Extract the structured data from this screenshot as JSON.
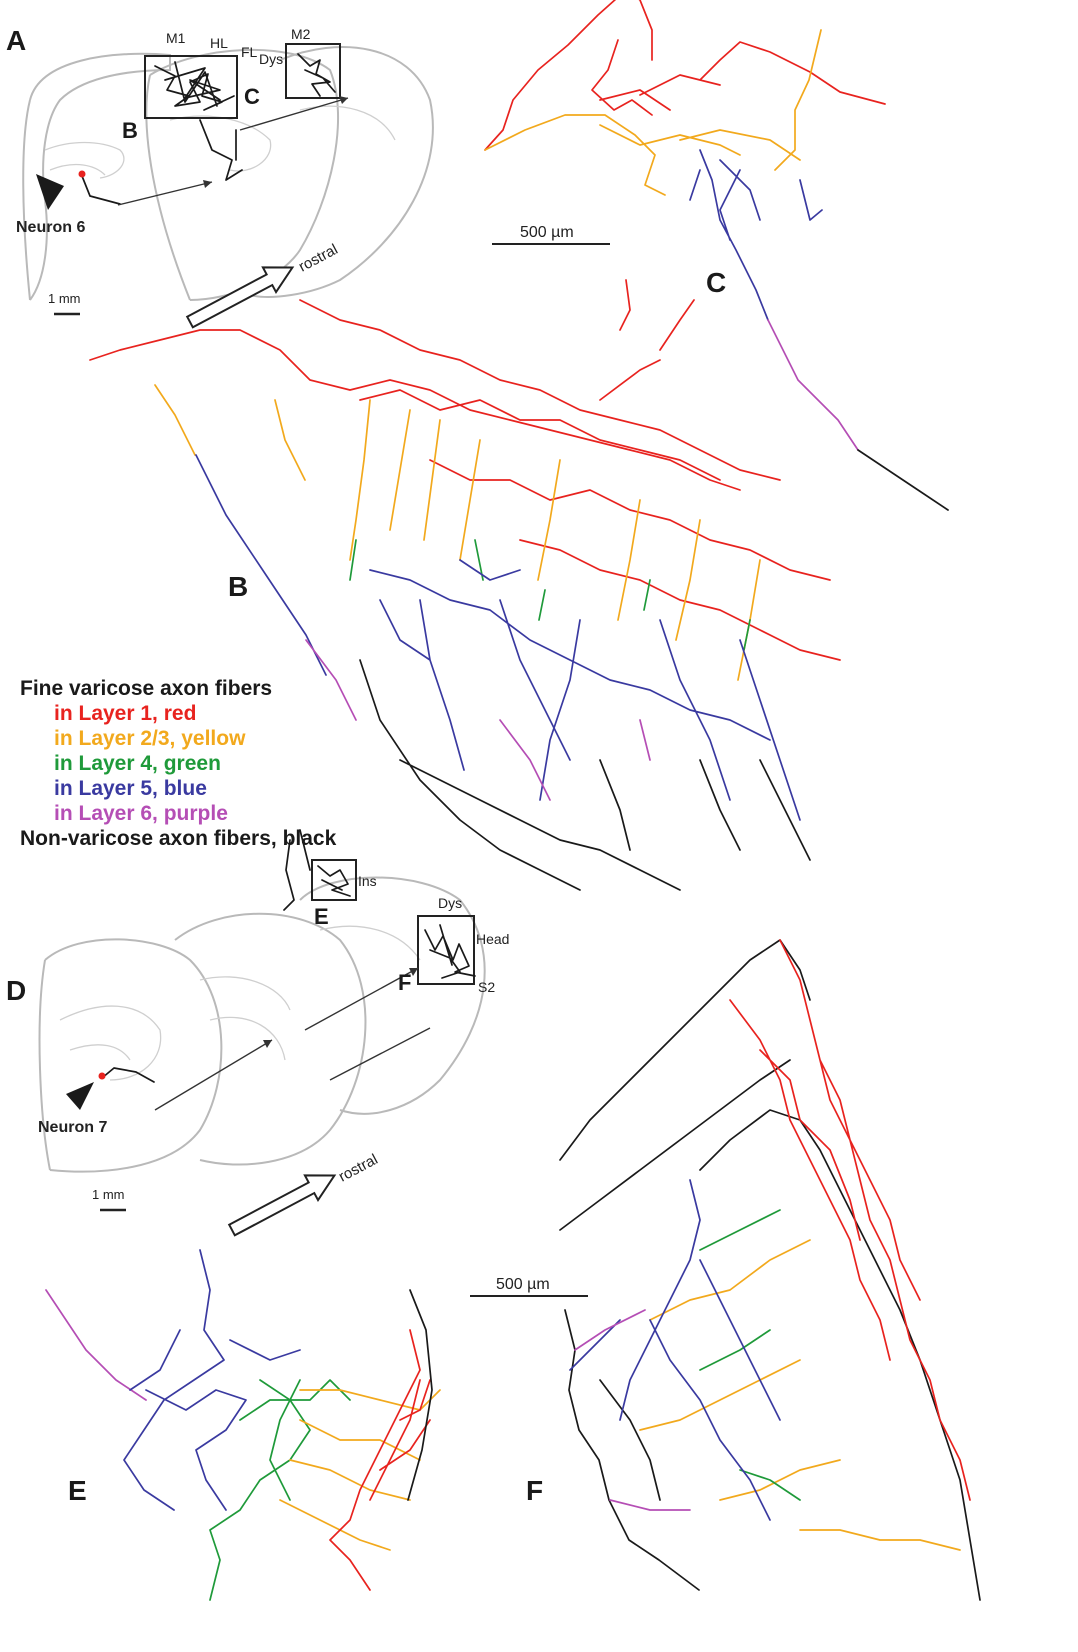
{
  "panels": {
    "A": "A",
    "B": "B",
    "C": "C",
    "D": "D",
    "E": "E",
    "F": "F",
    "inset_B": "B",
    "inset_C": "C",
    "inset_E": "E",
    "inset_F": "F"
  },
  "panel_a": {
    "regions": {
      "m1": "M1",
      "hl": "HL",
      "fl": "FL",
      "dys": "Dys",
      "m2": "M2"
    },
    "neuron": "Neuron 6",
    "scale": "1 mm",
    "direction": "rostral"
  },
  "panel_c": {
    "scale": "500 µm"
  },
  "panel_d": {
    "regions": {
      "dys": "Dys",
      "head": "Head",
      "s2": "S2",
      "ins": "Ins"
    },
    "neuron": "Neuron 7",
    "scale": "1 mm",
    "direction": "rostral"
  },
  "panel_ef": {
    "scale": "500 µm"
  },
  "legend": {
    "title": "Fine varicose axon fibers",
    "items": [
      {
        "label": "in Layer 1, red",
        "color": "#e8231f"
      },
      {
        "label": "in Layer 2/3, yellow",
        "color": "#f2a91d"
      },
      {
        "label": "in Layer 4, green",
        "color": "#1f9a3a"
      },
      {
        "label": "in Layer 5, blue",
        "color": "#3a3aa0"
      },
      {
        "label": "in Layer 6, purple",
        "color": "#b54eb5"
      }
    ],
    "footer": "Non-varicose axon fibers, black",
    "footer_color": "#1a1a1a"
  }
}
